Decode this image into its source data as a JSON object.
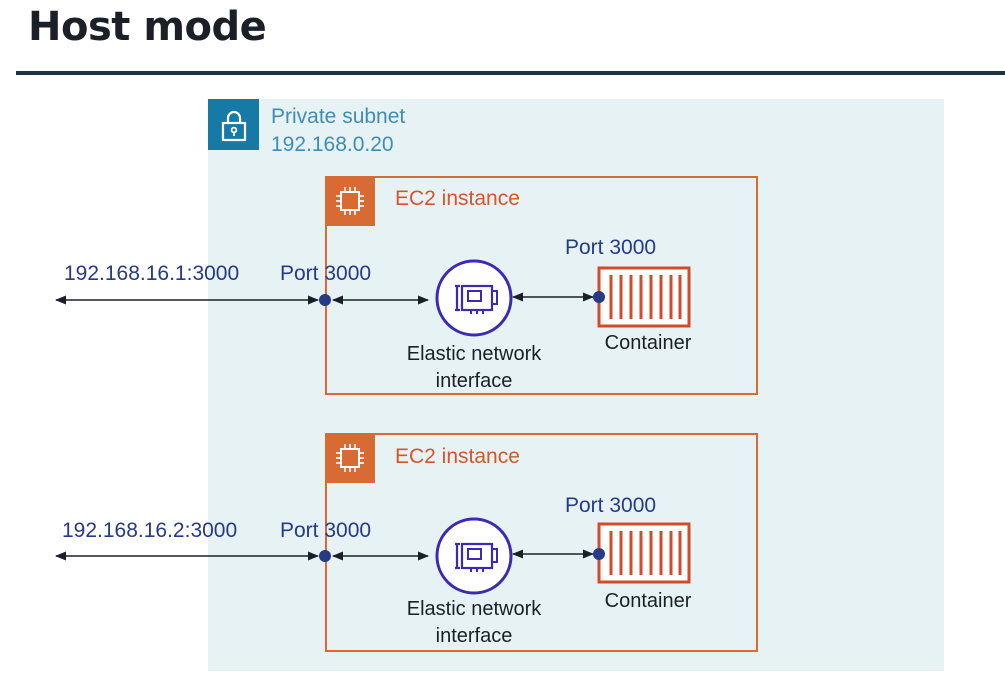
{
  "title": "Host mode",
  "subnet": {
    "label": "Private subnet",
    "cidr": "192.168.0.20",
    "icon": "lock-icon"
  },
  "instances": [
    {
      "label": "EC2 instance",
      "external_address": "192.168.16.1:3000",
      "host_port_label": "Port 3000",
      "eni_label_line1": "Elastic network",
      "eni_label_line2": "interface",
      "container_port_label": "Port 3000",
      "container_label": "Container"
    },
    {
      "label": "EC2 instance",
      "external_address": "192.168.16.2:3000",
      "host_port_label": "Port 3000",
      "eni_label_line1": "Elastic network",
      "eni_label_line2": "interface",
      "container_port_label": "Port 3000",
      "container_label": "Container"
    }
  ],
  "colors": {
    "subnet_bg": "#e7f2f5",
    "subnet_accent": "#177aa6",
    "ec2_orange": "#d86b33",
    "eni_purple": "#3b2bb3",
    "port_blue": "#263a86",
    "container_orange": "#d24b2a"
  }
}
